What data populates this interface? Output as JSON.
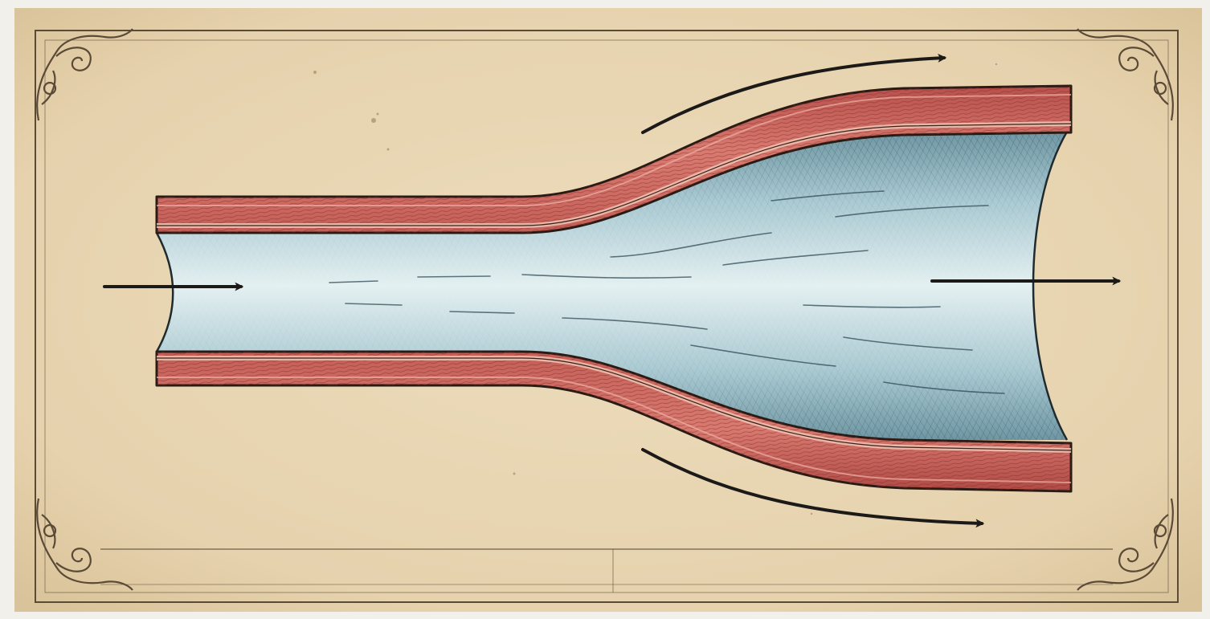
{
  "diagram": {
    "subject": "vessel-widening-flow",
    "colors": {
      "paper": "#ecdcbc",
      "paper_dark": "#d9c39a",
      "page_margin": "#f2f0ea",
      "frame": "#5a4a36",
      "wall_fill": "#c9605a",
      "wall_light": "#e9a79b",
      "wall_stroke": "#2a1a14",
      "lumen_fill": "#aecdd6",
      "lumen_dark": "#5f8794",
      "lumen_light": "#e2eff0",
      "hatch": "#27414b",
      "arrow": "#1c1a18"
    },
    "arrows": [
      {
        "id": "inflow",
        "direction": "right"
      },
      {
        "id": "outflow",
        "direction": "right"
      },
      {
        "id": "upper-expansion",
        "direction": "up-right"
      },
      {
        "id": "lower-expansion",
        "direction": "down-right"
      }
    ]
  }
}
